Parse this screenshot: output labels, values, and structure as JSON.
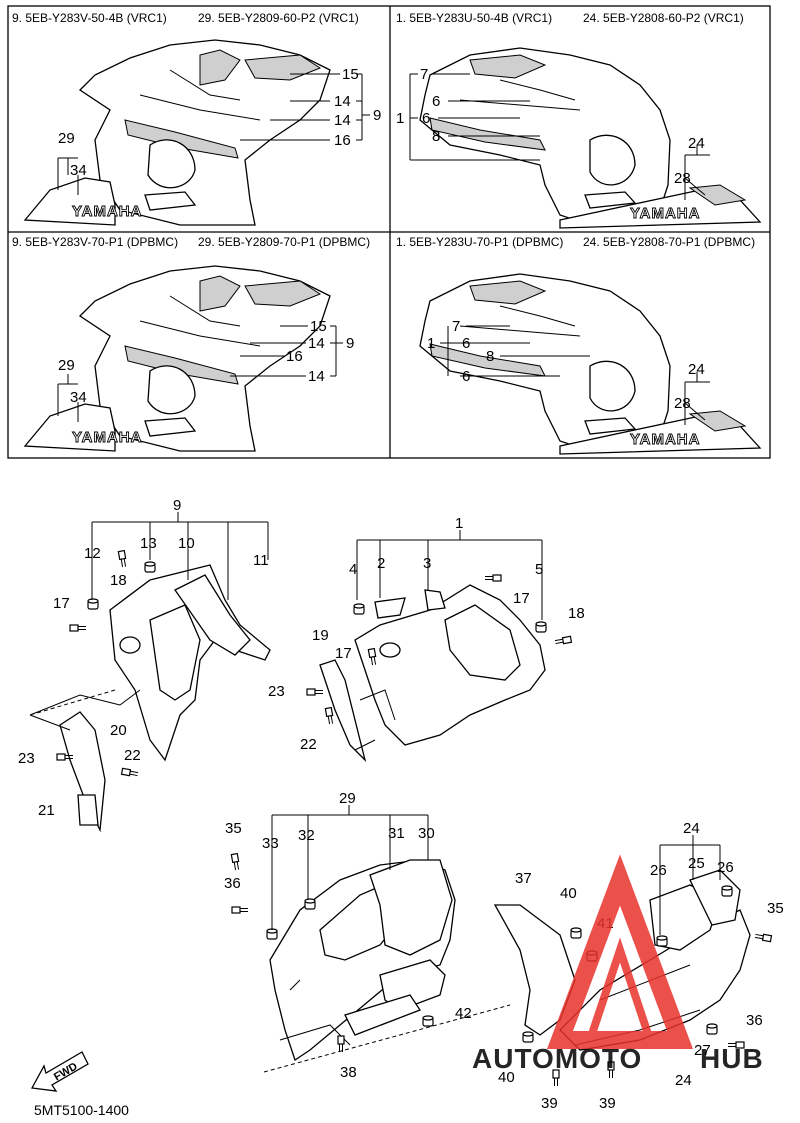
{
  "panels": [
    {
      "caption_left": "9. 5EB-Y283V-50-4B (VRC1)",
      "caption_right": "29. 5EB-Y2809-60-P2 (VRC1)"
    },
    {
      "caption_left": "1. 5EB-Y283U-50-4B (VRC1)",
      "caption_right": "24. 5EB-Y2808-60-P2 (VRC1)"
    },
    {
      "caption_left": "9. 5EB-Y283V-70-P1 (DPBMC)",
      "caption_right": "29. 5EB-Y2809-70-P1 (DPBMC)"
    },
    {
      "caption_left": "1. 5EB-Y283U-70-P1 (DPBMC)",
      "caption_right": "24. 5EB-Y2808-70-P1 (DPBMC)"
    }
  ],
  "panel_labels": {
    "tl": [
      "15",
      "14",
      "9",
      "14",
      "16",
      "29",
      "34"
    ],
    "tr": [
      "7",
      "6",
      "1",
      "6",
      "8",
      "24",
      "28"
    ],
    "bl": [
      "15",
      "9",
      "14",
      "16",
      "14",
      "29",
      "34"
    ],
    "br": [
      "7",
      "1",
      "6",
      "8",
      "6",
      "24",
      "28"
    ]
  },
  "decal_text": "YAMAHA",
  "callouts": {
    "left_cowl": [
      "9",
      "12",
      "13",
      "10",
      "11",
      "18",
      "17",
      "20",
      "23",
      "22",
      "21"
    ],
    "right_cowl": [
      "1",
      "2",
      "3",
      "4",
      "5",
      "17",
      "18",
      "19",
      "17",
      "23",
      "22"
    ],
    "left_under": [
      "29",
      "35",
      "33",
      "32",
      "31",
      "30",
      "36",
      "42",
      "38"
    ],
    "right_under": [
      "24",
      "26",
      "25",
      "26",
      "37",
      "40",
      "41",
      "35",
      "36",
      "27",
      "40",
      "39",
      "39",
      "24"
    ]
  },
  "fwd_label": "FWD",
  "watermark": {
    "part1": "AUTOMOTO",
    "part2": "HUB"
  },
  "footer_code": "5MT5100-1400",
  "colors": {
    "watermark_red": "#e8332b",
    "watermark_orange": "#f39a1e"
  }
}
